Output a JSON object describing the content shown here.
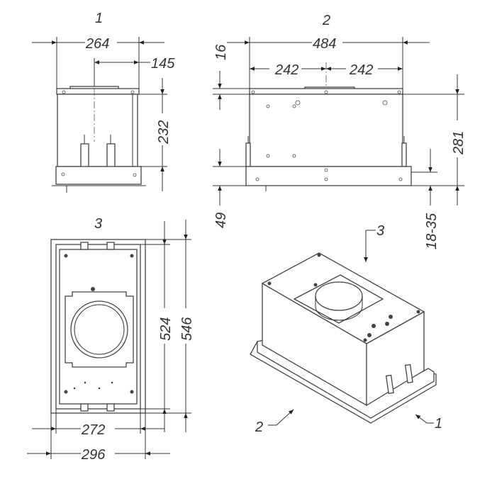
{
  "views": {
    "front": {
      "label": "1",
      "width": "264",
      "offset": "145",
      "height": "232"
    },
    "side": {
      "label": "2",
      "width": "484",
      "half_left": "242",
      "half_right": "242",
      "flange": "16",
      "total_height": "281",
      "bottom": "49",
      "adjust": "18-35"
    },
    "top": {
      "label": "3",
      "inner_height": "524",
      "outer_height": "546",
      "inner_width": "272",
      "outer_width": "296"
    },
    "iso": {
      "arrow_top": "3",
      "arrow_left": "2",
      "arrow_right": "1"
    }
  }
}
